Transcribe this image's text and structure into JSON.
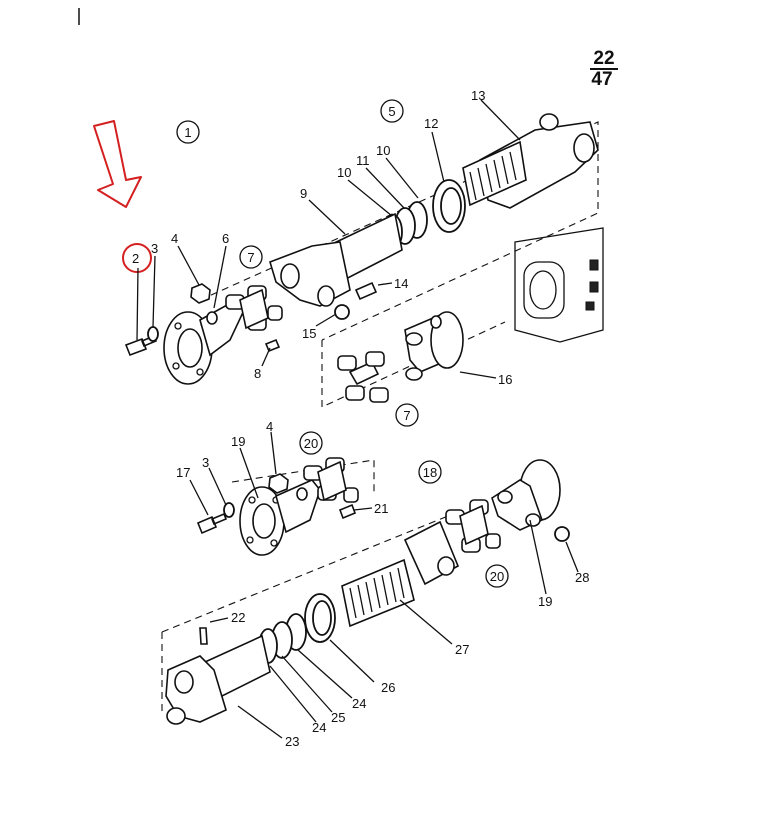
{
  "page_number": {
    "top": "22",
    "bottom": "47"
  },
  "highlight": {
    "color": "#d42020",
    "target_label": "2"
  },
  "circled_refs": [
    "1",
    "5",
    "7",
    "7",
    "20",
    "18",
    "20"
  ],
  "callouts": [
    "2",
    "3",
    "4",
    "6",
    "8",
    "9",
    "10",
    "10",
    "11",
    "12",
    "13",
    "14",
    "15",
    "16",
    "17",
    "3",
    "19",
    "4",
    "21",
    "22",
    "23",
    "24",
    "25",
    "24",
    "26",
    "27",
    "19",
    "28"
  ]
}
